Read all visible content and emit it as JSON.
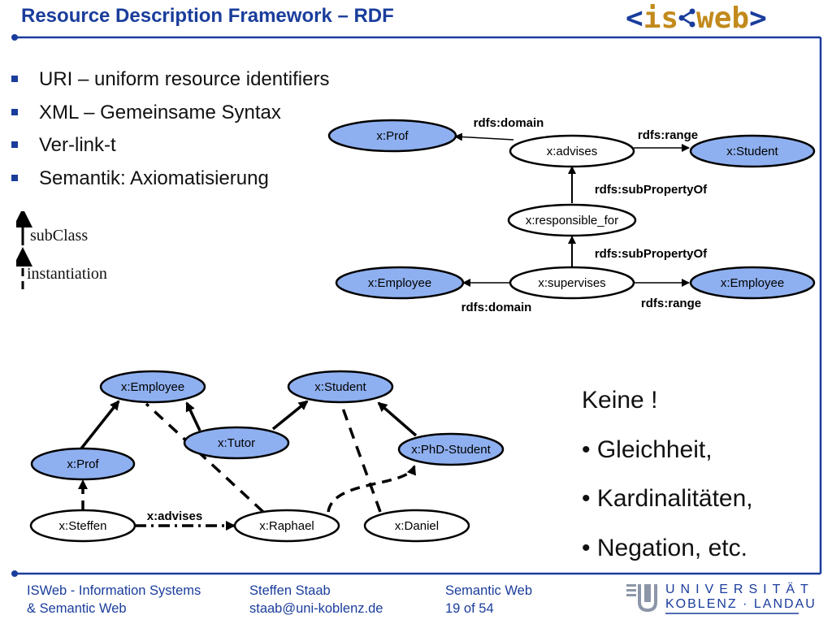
{
  "header": {
    "title": "Resource Description Framework – RDF",
    "logo": {
      "open": "<",
      "is": "is",
      "web": "web",
      "close": ">"
    }
  },
  "bullets": [
    "URI – uniform resource identifiers",
    "XML – Gemeinsame Syntax",
    "Ver-link-t",
    "Semantik: Axiomatisierung"
  ],
  "legend": {
    "subclass": "subClass",
    "instantiation": "instantiation"
  },
  "schema_diagram": {
    "nodes": {
      "prof": "x:Prof",
      "advises": "x:advises",
      "student": "x:Student",
      "responsible_for": "x:responsible_for",
      "employee_left": "x:Employee",
      "supervises": "x:supervises",
      "employee_right": "x:Employee"
    },
    "labels": {
      "domain_top": "rdfs:domain",
      "range_top": "rdfs:range",
      "subprop_1": "rdfs:subPropertyOf",
      "subprop_2": "rdfs:subPropertyOf",
      "domain_bottom": "rdfs:domain",
      "range_bottom": "rdfs:range"
    }
  },
  "instance_diagram": {
    "nodes": {
      "employee": "x:Employee",
      "student": "x:Student",
      "tutor": "x:Tutor",
      "phd": "x:PhD-Student",
      "prof": "x:Prof",
      "steffen": "x:Steffen",
      "raphael": "x:Raphael",
      "daniel": "x:Daniel"
    },
    "labels": {
      "advises": "x:advises"
    }
  },
  "keine": [
    "Keine !",
    "• Gleichheit,",
    "• Kardinalitäten,",
    "• Negation, etc."
  ],
  "footer": {
    "col1": [
      "ISWeb - Information Systems",
      "& Semantic Web"
    ],
    "col2": [
      "Steffen Staab",
      "staab@uni-koblenz.de"
    ],
    "col3": [
      "Semantic Web",
      "19 of 54"
    ],
    "university": {
      "line1": "UNIVERSITÄT",
      "line2": "KOBLENZ · LANDAU"
    }
  },
  "colors": {
    "accent": "#1a3d9c",
    "node_fill": "#8fb0f0",
    "logo_gold": "#c28a1c"
  }
}
